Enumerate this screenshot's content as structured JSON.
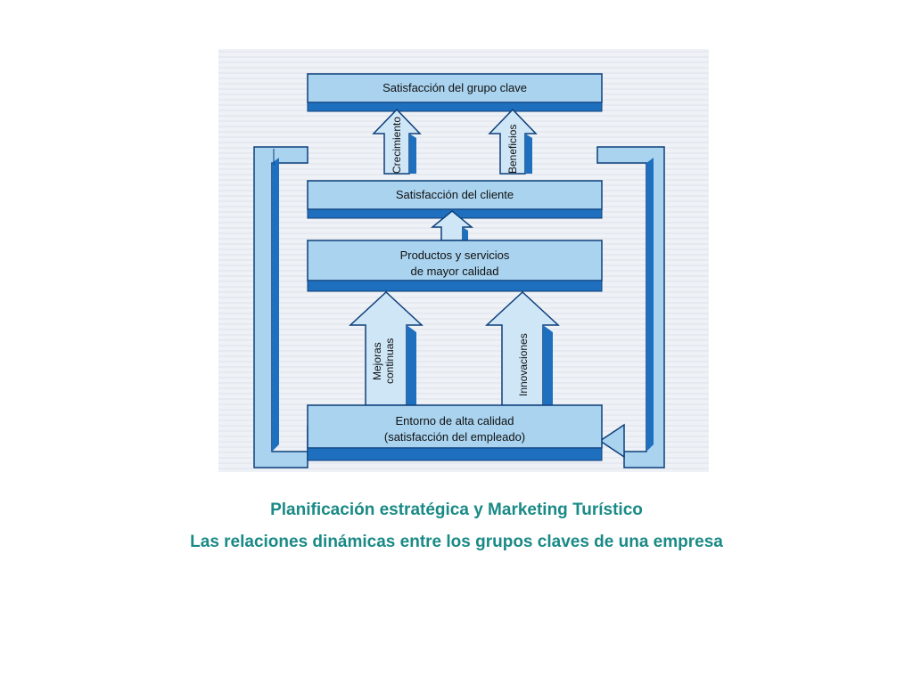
{
  "diagram": {
    "boxes": {
      "top": "Satisfacción del grupo clave",
      "client": "Satisfacción del cliente",
      "products_line1": "Productos y servicios",
      "products_line2": "de mayor calidad",
      "env_line1": "Entorno de alta calidad",
      "env_line2": "(satisfacción del empleado)"
    },
    "arrows": {
      "growth": "Crecimiento",
      "benefits": "Beneficios",
      "improve_line1": "Mejoras",
      "improve_line2": "continuas",
      "innovations": "Innovaciones"
    },
    "colors": {
      "box_face": "#a9d3ef",
      "box_dark": "#1f6fbf",
      "box_edge": "#0d3f7a",
      "arrow_face": "#cfe6f7"
    }
  },
  "captions": {
    "line1": "Planificación estratégica y Marketing Turístico",
    "line2": "Las relaciones dinámicas entre los grupos claves de una empresa"
  }
}
